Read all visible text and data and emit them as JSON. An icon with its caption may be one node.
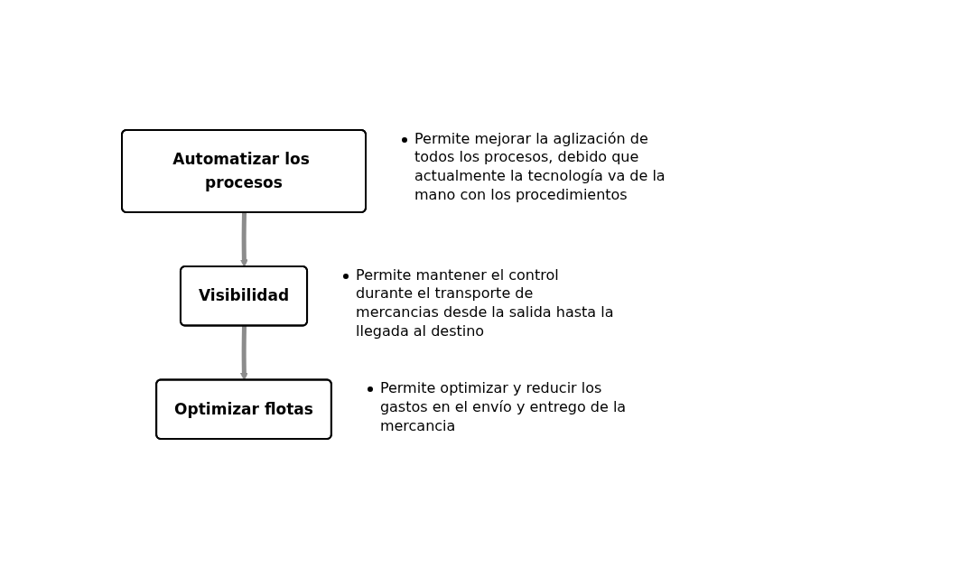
{
  "diagram": {
    "nodes": [
      {
        "text": [
          "Automatizar los procesos"
        ],
        "beside": [
          "Permite mejorar la aglización de todos los procesos, debido que actualmente la tecnología va de la mano con los procedimientos"
        ]
      },
      {
        "text": [
          "Visibilidad"
        ],
        "beside": [
          "Permite mantener el control durante el transporte de mercancias desde la salida hasta la llegada al destino"
        ]
      },
      {
        "text": [
          "Optimizar flotas"
        ],
        "beside": [
          "Permite optimizar y reducir los gastos en el envío y entrego de la mercancia"
        ]
      }
    ],
    "edges": [
      {
        "from": 0,
        "to": 1,
        "arrow": "to"
      },
      {
        "from": 1,
        "to": 2,
        "arrow": "to"
      }
    ]
  }
}
